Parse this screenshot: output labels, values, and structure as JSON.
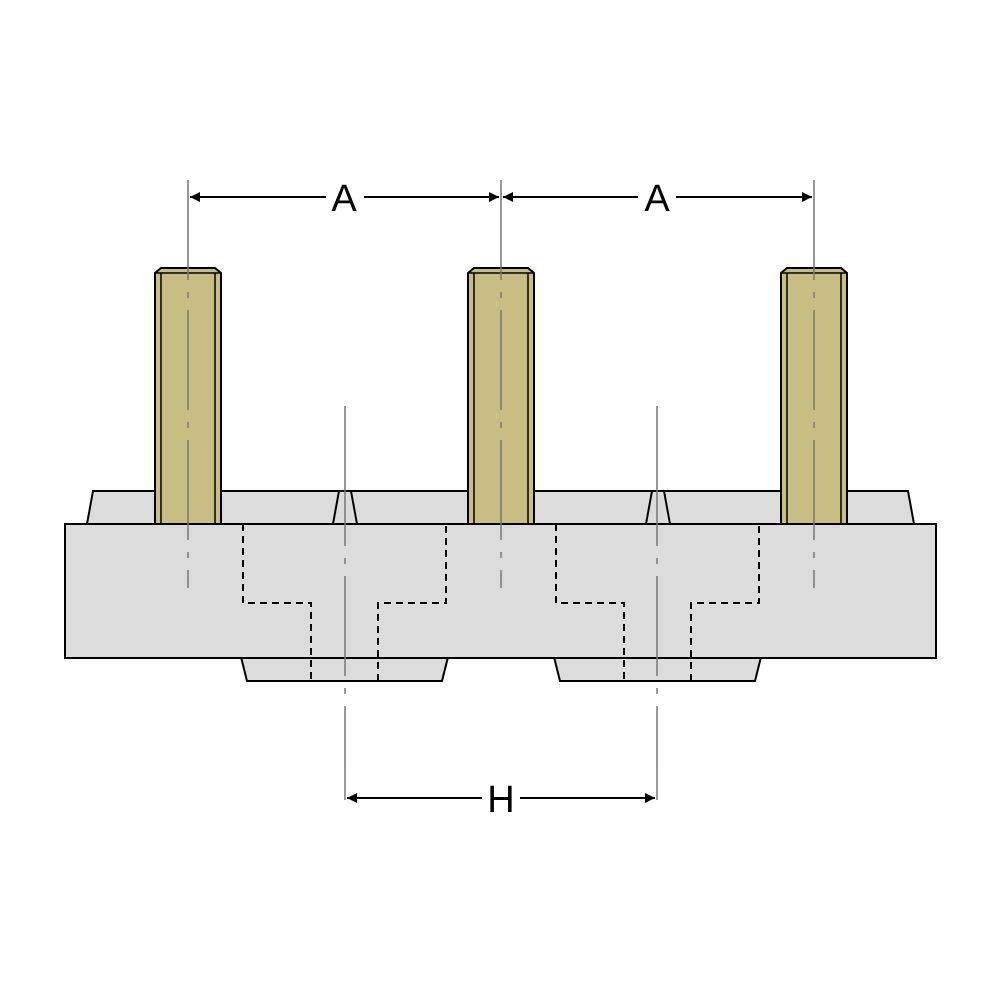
{
  "colors": {
    "background": "#ffffff",
    "body_fill": "#dcdcdc",
    "pin_fill": "#c8bd82",
    "outline": "#000000",
    "centerline": "#777777"
  },
  "dimensions": {
    "pin_pitch_left": "A",
    "pin_pitch_right": "A",
    "key_spacing": "H"
  }
}
